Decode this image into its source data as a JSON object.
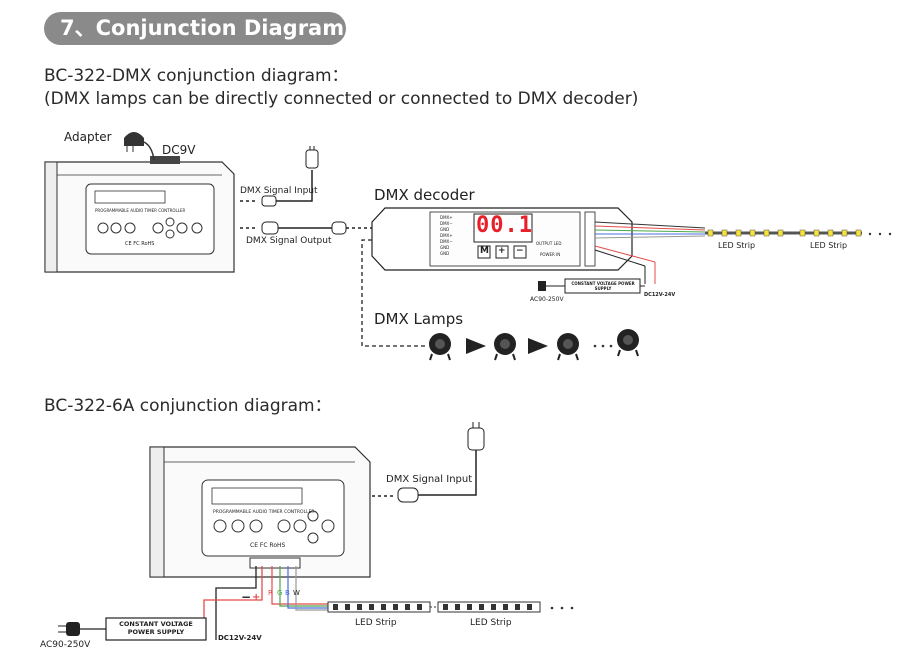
{
  "section_title": "7、Conjunction Diagram",
  "diagram1": {
    "title": "BC-322-DMX conjunction diagram：",
    "subtitle": "(DMX lamps can be directly connected or connected to DMX decoder)",
    "adapter_label": "Adapter",
    "dc_label": "DC9V",
    "dmx_signal_input": "DMX Signal Input",
    "dmx_signal_output": "DMX Signal Output",
    "decoder_label": "DMX decoder",
    "decoder_display": "00.1",
    "decoder_buttons": [
      "M",
      "+",
      "−"
    ],
    "decoder_side_labels": [
      "DMX+",
      "DMX−",
      "GND",
      "DMX+",
      "DMX−",
      "GND",
      "GND"
    ],
    "decoder_right_labels": [
      "OUTPUT LED",
      "POWER IN"
    ],
    "constant_voltage": "CONSTANT VOLTAGE POWER SUPPLY",
    "ac_label": "AC90-250V",
    "dc_label2": "DC12V-24V",
    "led_strip_1": "LED Strip",
    "led_strip_2": "LED Strip",
    "dmx_lamps_label": "DMX Lamps",
    "controller_screen_text": "PROGRAMMABLE AUDIO TIMER CONTROLLER",
    "controller_cert": "CE FC RoHS"
  },
  "diagram2": {
    "title": "BC-322-6A conjunction diagram：",
    "dmx_signal_input": "DMX Signal Input",
    "controller_screen_text": "PROGRAMMABLE AUDIO TIMER CONTROLLER",
    "controller_cert": "CE FC RoHS",
    "wire_labels": [
      "R",
      "G",
      "B",
      "W"
    ],
    "minus": "−",
    "plus": "+",
    "constant_voltage": "CONSTANT VOLTAGE POWER SUPPLY",
    "ac_label": "AC90-250V",
    "dc_label": "DC12V-24V",
    "led_strip_1": "LED Strip",
    "led_strip_2": "LED Strip"
  },
  "colors": {
    "pill": "#8a8a8a",
    "wire_red": "#e34b4b",
    "wire_green": "#4aa84a",
    "wire_blue": "#4b6fe3",
    "display_red": "#e8202a"
  }
}
